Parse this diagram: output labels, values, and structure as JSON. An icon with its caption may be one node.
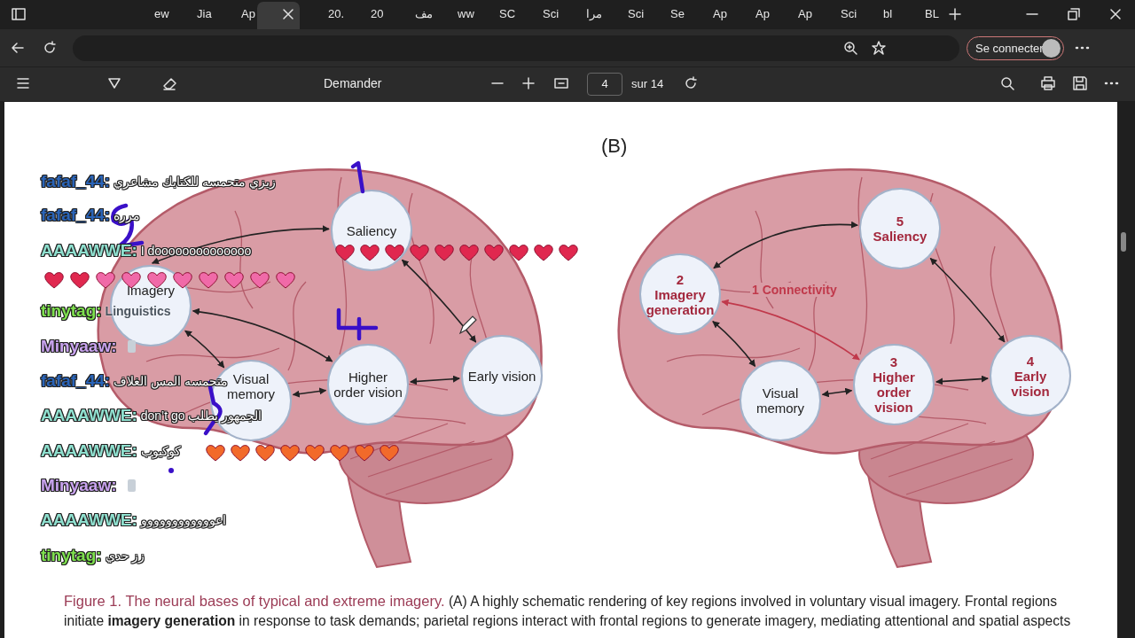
{
  "diagram": {
    "title": "Figure 1. The neural bases of typical and extreme imagery.",
    "caption": "(A) A highly schematic rendering of key regions involved in voluntary visual imagery. Frontal regions initiate **imagery generation** in response to task demands; parietal regions interact with frontal regions to generate imagery, mediating attentional and spatial aspects",
    "nodes": [
      {
        "text": [
          "Saliency"
        ]
      },
      {
        "text": [
          "Imagery"
        ]
      },
      {
        "text": [
          "Visual memory"
        ]
      },
      {
        "text": [
          "Higher order vision"
        ]
      },
      {
        "text": [
          "Early vision"
        ]
      },
      {
        "text": [
          "5",
          "Saliency"
        ]
      },
      {
        "text": [
          "2",
          "Imagery generation"
        ]
      },
      {
        "text": [
          "Visual memory"
        ]
      },
      {
        "text": [
          "3",
          "Higher order vision"
        ]
      },
      {
        "text": [
          "4",
          "Early vision"
        ]
      }
    ],
    "edges": [
      {
        "from": 1,
        "to": 0,
        "arrow": "both"
      },
      {
        "from": 1,
        "to": 3,
        "arrow": "both"
      },
      {
        "from": 1,
        "to": 2,
        "arrow": "both"
      },
      {
        "from": 2,
        "to": 3,
        "arrow": "both"
      },
      {
        "from": 3,
        "to": 4,
        "arrow": "both"
      },
      {
        "from": 0,
        "to": 4,
        "arrow": "both"
      },
      {
        "from": 6,
        "to": 5,
        "arrow": "both"
      },
      {
        "from": 6,
        "to": 8,
        "arrow": "both",
        "label": "1 Connectivity",
        "color": "#c0394b"
      },
      {
        "from": 6,
        "to": 7,
        "arrow": "both"
      },
      {
        "from": 7,
        "to": 8,
        "arrow": "both"
      },
      {
        "from": 8,
        "to": 9,
        "arrow": "both"
      },
      {
        "from": 5,
        "to": 9,
        "arrow": "both"
      }
    ],
    "labels": [
      "ew",
      "Jia",
      "Ap",
      "20.",
      "20",
      "مف",
      "ww",
      "SC",
      "Sci",
      "مرا",
      "Sci",
      "Se",
      "Ap",
      "Ap",
      "Ap",
      "Sci",
      "bl",
      "BL",
      "Se connecter",
      "Demander",
      "4",
      "sur 14",
      "(B)",
      "fafaf_44:",
      "زيزي متحمسه للكتابك مشاعري",
      "fafaf_44:",
      "مرره",
      "AAAAWWE:",
      "I doooooooooooooo",
      "tinytag:",
      "Linguistics",
      "Minyaaw:",
      "fafaf_44:",
      "متحمسه المس الغلاف",
      "AAAAWWE:",
      "don’t go الجمهور يطلب",
      "AAAAWWE:",
      "كوكيوب",
      "Minyaaw:",
      "AAAAWWE:",
      "اعوووووووووووو",
      "tinytag:",
      "زز حدي"
    ]
  }
}
